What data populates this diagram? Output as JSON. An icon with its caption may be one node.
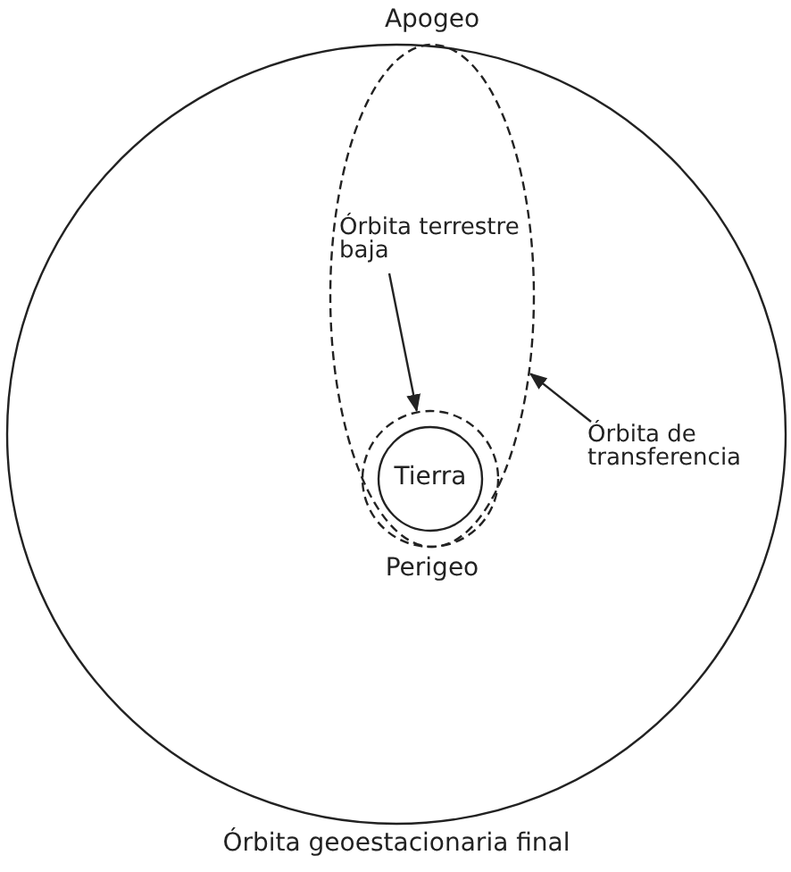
{
  "diagram": {
    "nodes": [
      {
        "text": [
          "Tierra"
        ],
        "in": 2
      },
      {
        "text": [
          "Órbita terrestre baja"
        ],
        "in": 4
      },
      {
        "text": [],
        "shape": "circle",
        "in": 4
      },
      {
        "text": [
          "Órbita de transferencia"
        ]
      },
      {
        "text": [],
        "shape": "ellipse",
        "beside": [
          "Apogeo",
          "Perigeo"
        ]
      }
    ],
    "edges": [
      {
        "from": 1,
        "to": 2,
        "arrow": "to"
      },
      {
        "from": 3,
        "to": 4,
        "arrow": "to"
      }
    ],
    "labels": [
      "Órbita geoestacionaria final"
    ]
  }
}
